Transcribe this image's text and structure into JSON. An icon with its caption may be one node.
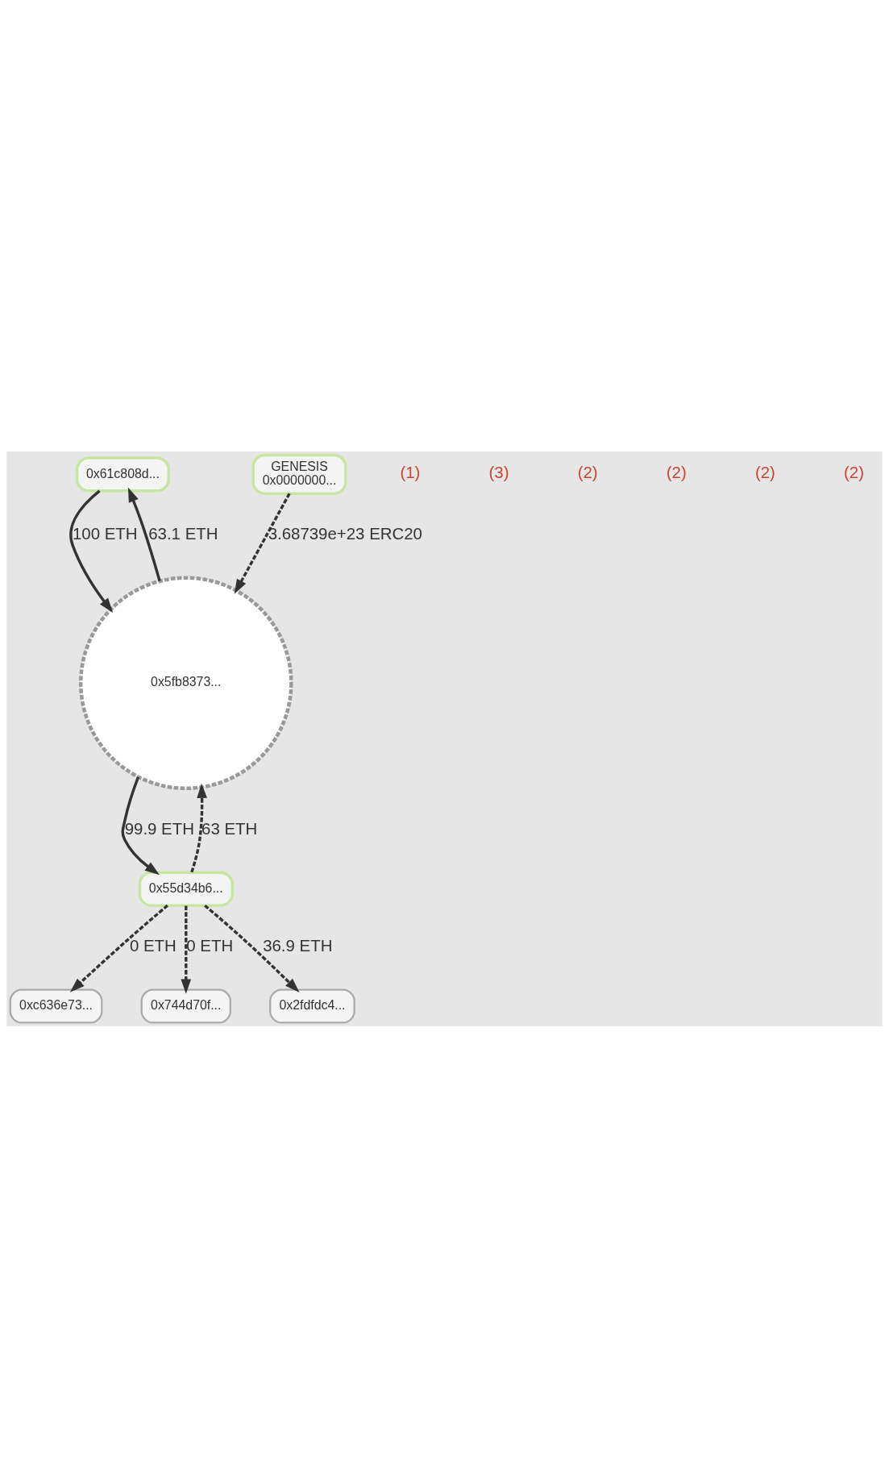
{
  "diagram": {
    "nodes": [
      {
        "text": [
          "0x61c808d..."
        ]
      },
      {
        "text": [
          "GENESIS",
          "0x0000000..."
        ]
      },
      {
        "text": [
          "0x5fb8373..."
        ]
      },
      {
        "text": [
          "0x55d34b6..."
        ]
      },
      {
        "text": [
          "0xc636e73..."
        ]
      },
      {
        "text": [
          "0x744d70f..."
        ]
      },
      {
        "text": [
          "0x2fdfdc4..."
        ]
      }
    ],
    "edges": [
      {
        "from": 0,
        "to": 2,
        "arrow": "to",
        "label": "100 ETH"
      },
      {
        "from": 2,
        "to": 0,
        "arrow": "to",
        "label": "63.1 ETH"
      },
      {
        "from": 1,
        "to": 2,
        "arrow": "to",
        "label": "3.68739e+23 ERC20",
        "style": "dashed"
      },
      {
        "from": 2,
        "to": 3,
        "arrow": "to",
        "label": "99.9 ETH"
      },
      {
        "from": 3,
        "to": 2,
        "arrow": "to",
        "label": "63 ETH",
        "style": "dashed"
      },
      {
        "from": 3,
        "to": 4,
        "arrow": "to",
        "label": "0 ETH",
        "style": "dashed"
      },
      {
        "from": 3,
        "to": 5,
        "arrow": "to",
        "label": "0 ETH",
        "style": "dashed"
      },
      {
        "from": 3,
        "to": 6,
        "arrow": "to",
        "label": "36.9 ETH",
        "style": "dashed"
      }
    ],
    "labels": [
      "(1)",
      "(3)",
      "(2)",
      "(2)",
      "(2)",
      "(2)"
    ]
  }
}
